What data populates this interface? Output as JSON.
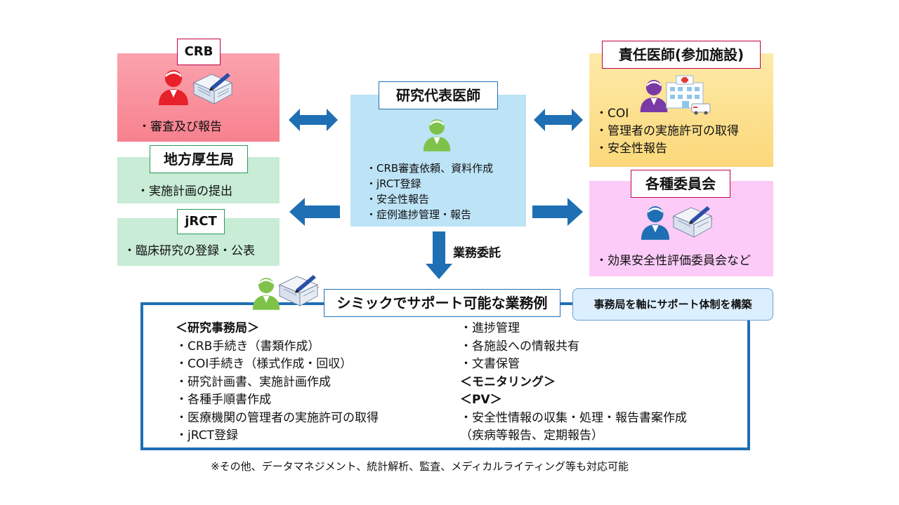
{
  "crb": {
    "title": "CRB",
    "items": [
      "・審査及び報告"
    ]
  },
  "kosei": {
    "title": "地方厚生局",
    "items": [
      "・実施計画の提出"
    ]
  },
  "jrct": {
    "title": "jRCT",
    "items": [
      "・臨床研究の登録・公表"
    ]
  },
  "pi": {
    "title": "研究代表医師",
    "items": [
      "・CRB審査依頼、資料作成",
      "・jRCT登録",
      "・安全性報告",
      "・症例進捗管理・報告"
    ]
  },
  "site": {
    "title": "責任医師(参加施設)",
    "items": [
      "・COI",
      "・管理者の実施許可の取得",
      "・安全性報告"
    ]
  },
  "committee": {
    "title": "各種委員会",
    "items": [
      "・効果安全性評価委員会など"
    ]
  },
  "delegation_label": "業務委託",
  "support": {
    "title": "シミックでサポート可能な業務例",
    "badge": "事務局を軸にサポート体制を構築",
    "left": [
      {
        "text": "＜研究事務局＞",
        "heading": true
      },
      {
        "text": "・CRB手続き（書類作成）"
      },
      {
        "text": "・COI手続き（様式作成・回収）"
      },
      {
        "text": "・研究計画書、実施計画作成"
      },
      {
        "text": "・各種手順書作成"
      },
      {
        "text": "・医療機関の管理者の実施許可の取得"
      },
      {
        "text": "・jRCT登録"
      }
    ],
    "right": [
      {
        "text": "・進捗管理"
      },
      {
        "text": "・各施設への情報共有"
      },
      {
        "text": "・文書保管"
      },
      {
        "text": "＜モニタリング＞",
        "heading": true
      },
      {
        "text": "＜PV＞",
        "heading": true
      },
      {
        "text": "・安全性情報の収集・処理・報告書案作成"
      },
      {
        "text": "（疾病等報告、定期報告）"
      }
    ]
  },
  "footnote": "※その他、データマネジメント、統計解析、監査、メディカルライティング等も対応可能",
  "colors": {
    "crb_fill": "#f7818e",
    "green_fill": "#c8ecd6",
    "blue_fill": "#bde3f6",
    "orange_fill": "#fde08c",
    "pink_fill": "#fccbf8",
    "arrow": "#1f6fb4",
    "border_red": "#c1004a",
    "border_blue": "#1f6fb4"
  }
}
